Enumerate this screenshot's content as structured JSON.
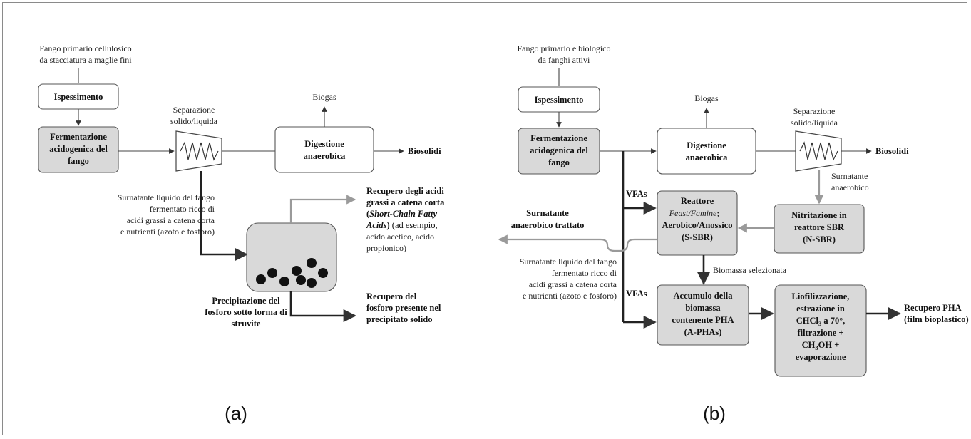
{
  "panel_a": {
    "caption": "(a)",
    "input": [
      "Fango primario cellulosico",
      "da stacciatura a maglie fini"
    ],
    "thickening": "Ispessimento",
    "fermentation": [
      "Fermentazione",
      "acidogenica del",
      "fango"
    ],
    "separation": [
      "Separazione",
      "solido/liquida"
    ],
    "digestion": [
      "Digestione",
      "anaerobica"
    ],
    "biogas": "Biogas",
    "biosolids": "Biosolidi",
    "supernatant": [
      "Surnatante liquido del fango",
      "fermentato ricco di",
      "acidi grassi a catena corta",
      "e nutrienti (azoto e fosforo)"
    ],
    "scfa_line1": "Recupero degli acidi",
    "scfa_line2": "grassi a catena corta",
    "scfa_italic": "Short-Chain Fatty",
    "scfa_italic2": "Acids",
    "scfa_rest": [
      "(ad esempio,",
      "acido acetico, acido",
      "propionico)"
    ],
    "precipitation": [
      "Precipitazione del",
      "fosforo sotto forma di",
      "struvite"
    ],
    "phosphorus": [
      "Recupero del",
      "fosforo presente nel",
      "precipitato solido"
    ]
  },
  "panel_b": {
    "caption": "(b)",
    "input": [
      "Fango primario e biologico",
      "da fanghi attivi"
    ],
    "thickening": "Ispessimento",
    "fermentation": [
      "Fermentazione",
      "acidogenica del",
      "fango"
    ],
    "digestion": [
      "Digestione",
      "anaerobica"
    ],
    "biogas": "Biogas",
    "separation": [
      "Separazione",
      "solido/liquida"
    ],
    "biosolids": "Biosolidi",
    "anaerobic_supernatant": [
      "Surnatante",
      "anaerobico"
    ],
    "vfas_top": "VFAs",
    "vfas_bottom": "VFAs",
    "reactor_title": "Reattore",
    "reactor_italic": "Feast/Famine",
    "reactor_lines": [
      "Aerobico/Anossico",
      "(S-SBR)"
    ],
    "nitritation": [
      "Nitritazione in",
      "reattore SBR",
      "(N-SBR)"
    ],
    "treated_supernatant": [
      "Surnatante",
      "anaerobico trattato"
    ],
    "supernatant": [
      "Surnatante liquido del fango",
      "fermentato ricco di",
      "acidi grassi a catena corta",
      "e nutrienti (azoto e fosforo)"
    ],
    "selected_biomass": "Biomassa selezionata",
    "accumulation": [
      "Accumulo della",
      "biomassa",
      "contenente PHA",
      "(A-PHAs)"
    ],
    "lyophilization": [
      "Liofilizzazione,",
      "estrazione in",
      "CHCl",
      "a 70°,",
      "filtrazione +",
      "CH",
      "OH +",
      "evaporazione"
    ],
    "subscript_3": "3",
    "recovery": [
      "Recupero PHA",
      "(film bioplastico)"
    ]
  }
}
